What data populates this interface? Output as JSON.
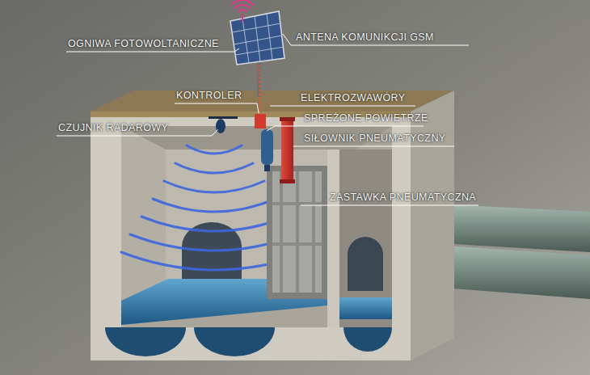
{
  "diagram": {
    "labels": [
      "OGNIWA FOTOWOLTANICZNE",
      "ANTENA KOMUNIKCJI GSM",
      "KONTROLER",
      "ELEKTROZWAWÓRY",
      "SPREŻONE POWIETRZE",
      "CZUJNIK RADAROWY",
      "SIŁOWNIK PNEUMATYCZNY",
      "ZASTAWKA PNEUMATYCZNA"
    ]
  }
}
